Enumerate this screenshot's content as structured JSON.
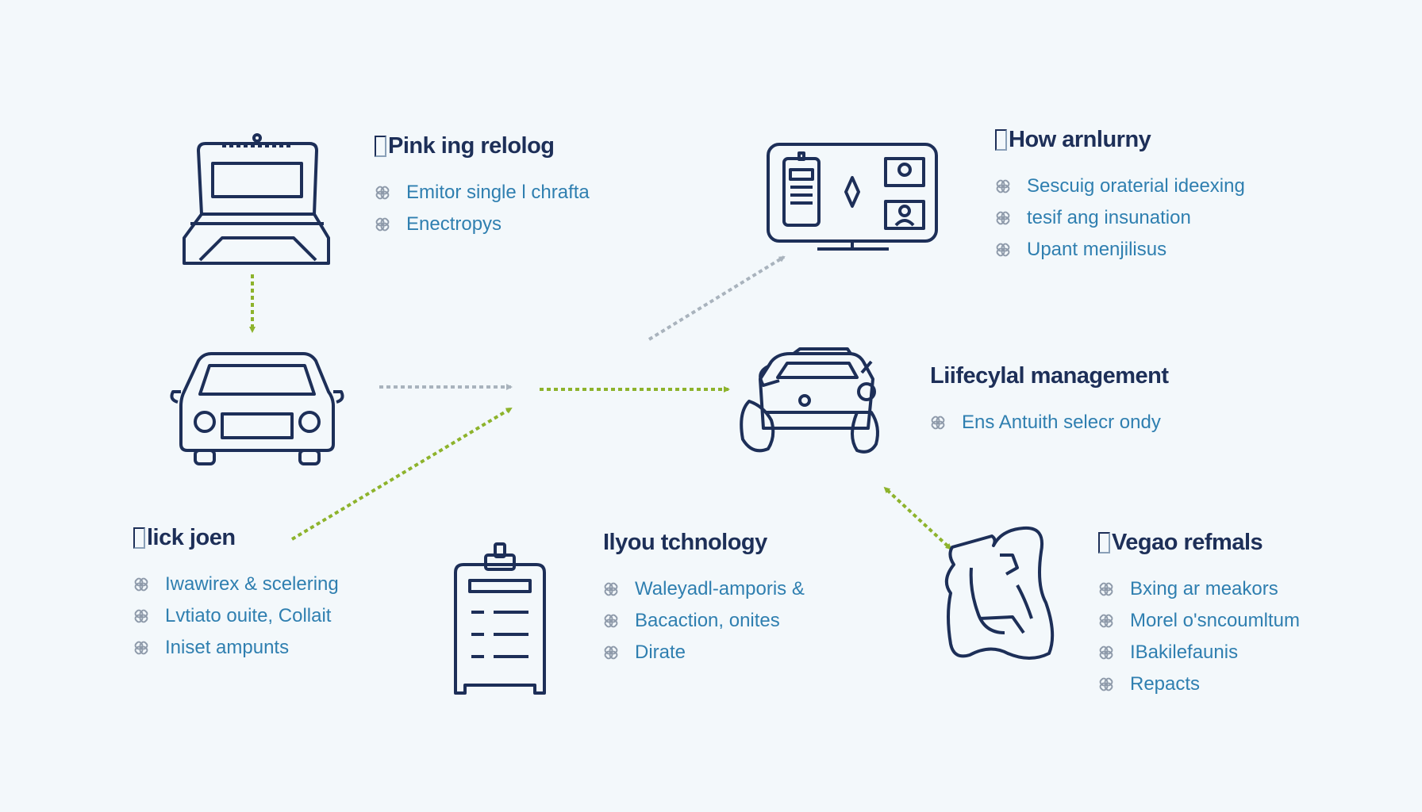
{
  "colors": {
    "background": "#f3f8fb",
    "icon_stroke": "#1d2f58",
    "title_text": "#1d2f58",
    "item_text": "#2f7fb0",
    "bullet": "#8e9aaa",
    "arrow_green": "#8db32c",
    "arrow_gray": "#a9b3bd"
  },
  "blocks": {
    "pink": {
      "title": "Pink ing relolog",
      "items": [
        "Emitor single l chrafta",
        "Enectropys"
      ]
    },
    "how": {
      "title": "How arnlurny",
      "items": [
        "Sescuig oraterial ideexing",
        "tesif ang insunation",
        "Upant menjilisus"
      ]
    },
    "lifecycle": {
      "title": "Liifecylal management",
      "items": [
        "Ens Antuith selecr ondy"
      ]
    },
    "lick": {
      "title": "lick joen",
      "items": [
        "Iwawirex & scelering",
        "Lvtiato ouite, Collait",
        "Iniset ampunts"
      ]
    },
    "iyou": {
      "title": "Ilyou tchnology",
      "items": [
        "Waleyadl-amporis &",
        "Bacaction, onites",
        "Dirate"
      ]
    },
    "vegao": {
      "title": "Vegao refmals",
      "items": [
        "Bxing ar meakors",
        "Morel o'sncoumltum",
        "IBakilefaunis",
        "Repacts"
      ]
    }
  },
  "icons": {
    "laptop": "laptop-icon",
    "car": "car-icon",
    "monitor": "monitor-dashboard-icon",
    "truck": "damaged-vehicle-icon",
    "clipboard": "clipboard-icon",
    "hand": "hand-gesture-icon",
    "bullet": "link-bullet-icon"
  },
  "arrows": [
    {
      "name": "arrow-laptop-to-car",
      "color": "green",
      "direction": "down"
    },
    {
      "name": "arrow-car-to-center",
      "color": "gray",
      "direction": "right"
    },
    {
      "name": "arrow-center-to-truck",
      "color": "green",
      "direction": "right"
    },
    {
      "name": "arrow-lick-to-center",
      "color": "green",
      "direction": "up-right"
    },
    {
      "name": "arrow-center-to-monitor",
      "color": "gray",
      "direction": "up-right"
    },
    {
      "name": "arrow-truck-to-hand",
      "color": "green",
      "direction": "bidirectional"
    }
  ]
}
